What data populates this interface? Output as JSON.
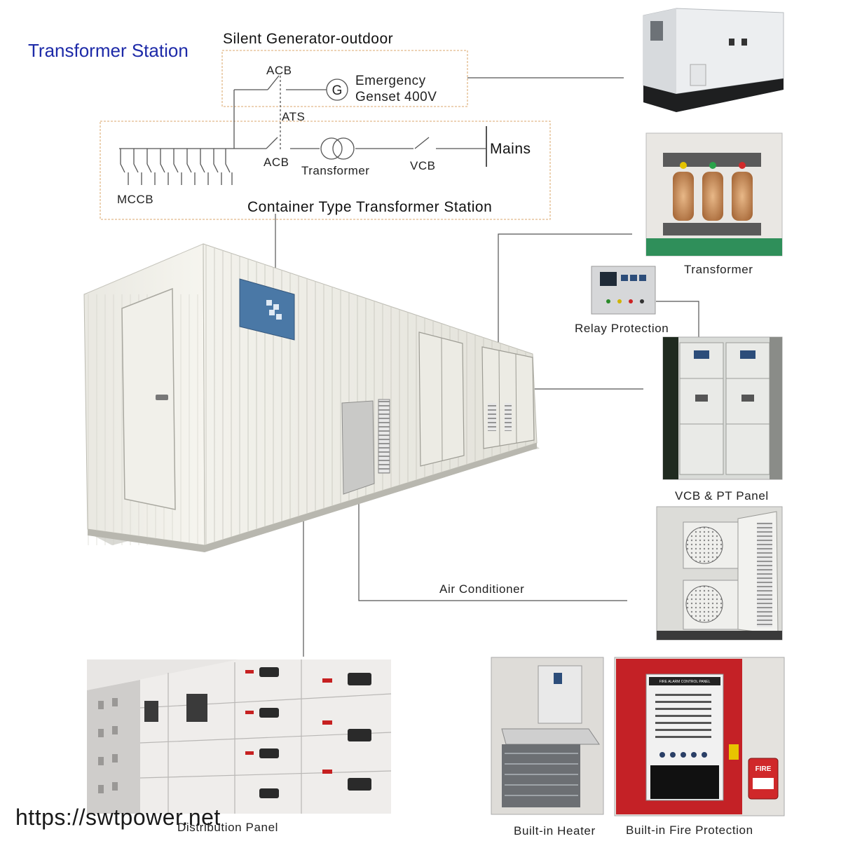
{
  "title": "Transformer Station",
  "schematic": {
    "generator_box_title": "Silent Generator-outdoor",
    "acb_top": "ACB",
    "generator_symbol": "G",
    "emergency_line1": "Emergency",
    "emergency_line2": "Genset  400V",
    "ats": "ATS",
    "acb_main": "ACB",
    "transformer": "Transformer",
    "vcb": "VCB",
    "mains": "Mains",
    "mccb": "MCCB",
    "station_title": "Container Type Transformer Station"
  },
  "captions": {
    "transformer": "Transformer",
    "relay_protection": "Relay Protection",
    "vcb_pt_panel": "VCB & PT Panel",
    "air_conditioner": "Air Conditioner",
    "distribution_panel": "Distribution Panel",
    "heater": "Built-in Heater",
    "fire_protection": "Built-in Fire Protection"
  },
  "fire_panel_header": "FIRE ALARM CONTROL PANEL",
  "fire_box_label": "FIRE",
  "watermark": "https://swtpower.net"
}
